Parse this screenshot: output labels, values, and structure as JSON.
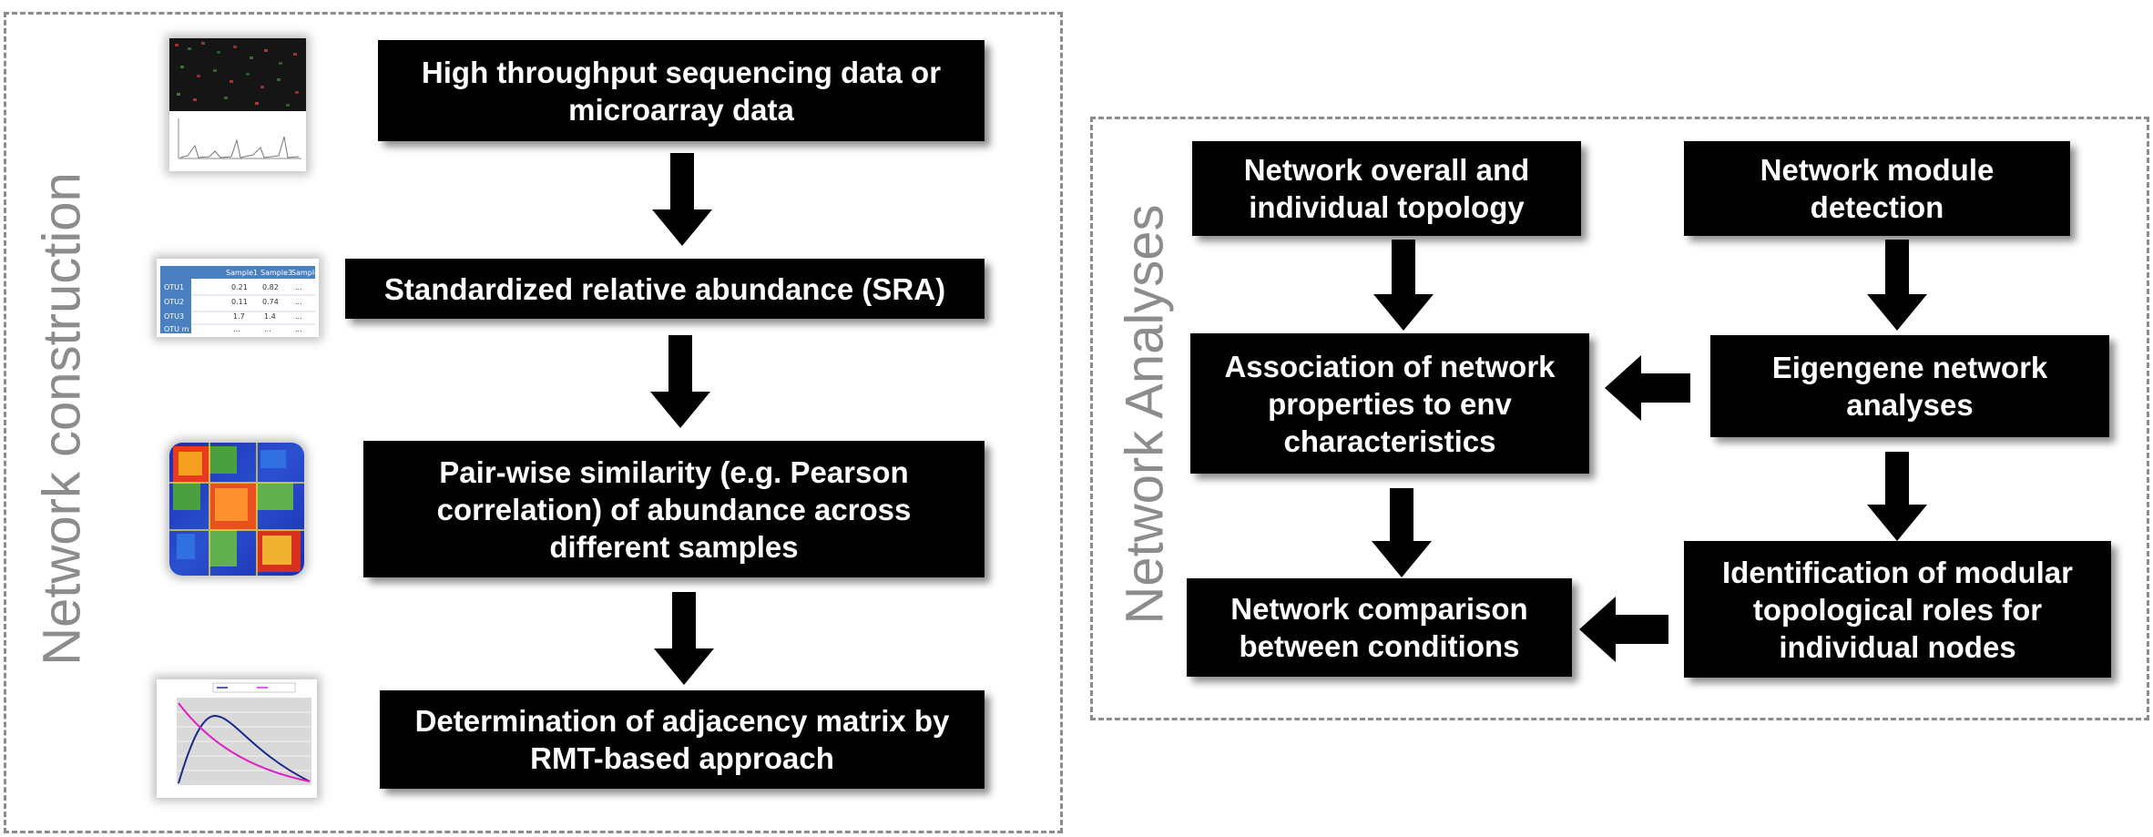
{
  "panels": {
    "left_title": "Network construction",
    "right_title": "Network Analyses"
  },
  "construction_steps": [
    "High throughput sequencing data or microarray data",
    "Standardized relative abundance (SRA)",
    "Pair-wise similarity (e.g. Pearson correlation) of abundance across different samples",
    "Determination of adjacency matrix by RMT-based approach"
  ],
  "analysis_steps": {
    "topology": "Network overall and individual topology",
    "module_detection": "Network module detection",
    "association": "Association of network properties to env characteristics",
    "eigengene": "Eigengene network analyses",
    "comparison": "Network comparison between conditions",
    "modular_roles": "Identification of modular topological roles for individual nodes"
  },
  "sra_table": {
    "headers": [
      "",
      "Sample1",
      "Sample3",
      "Sample n"
    ],
    "rows": [
      [
        "OTU1",
        "0.21",
        "0.82",
        "..."
      ],
      [
        "OTU2",
        "0.11",
        "0.74",
        "..."
      ],
      [
        "OTU3",
        "1.7",
        "1.4",
        "..."
      ],
      [
        "OTU m",
        "...",
        "...",
        "..."
      ]
    ]
  },
  "colors": {
    "box_fill": "#000000",
    "box_text": "#ffffff",
    "panel_border": "#8c8c8c",
    "title_text": "#8c8c8c"
  }
}
